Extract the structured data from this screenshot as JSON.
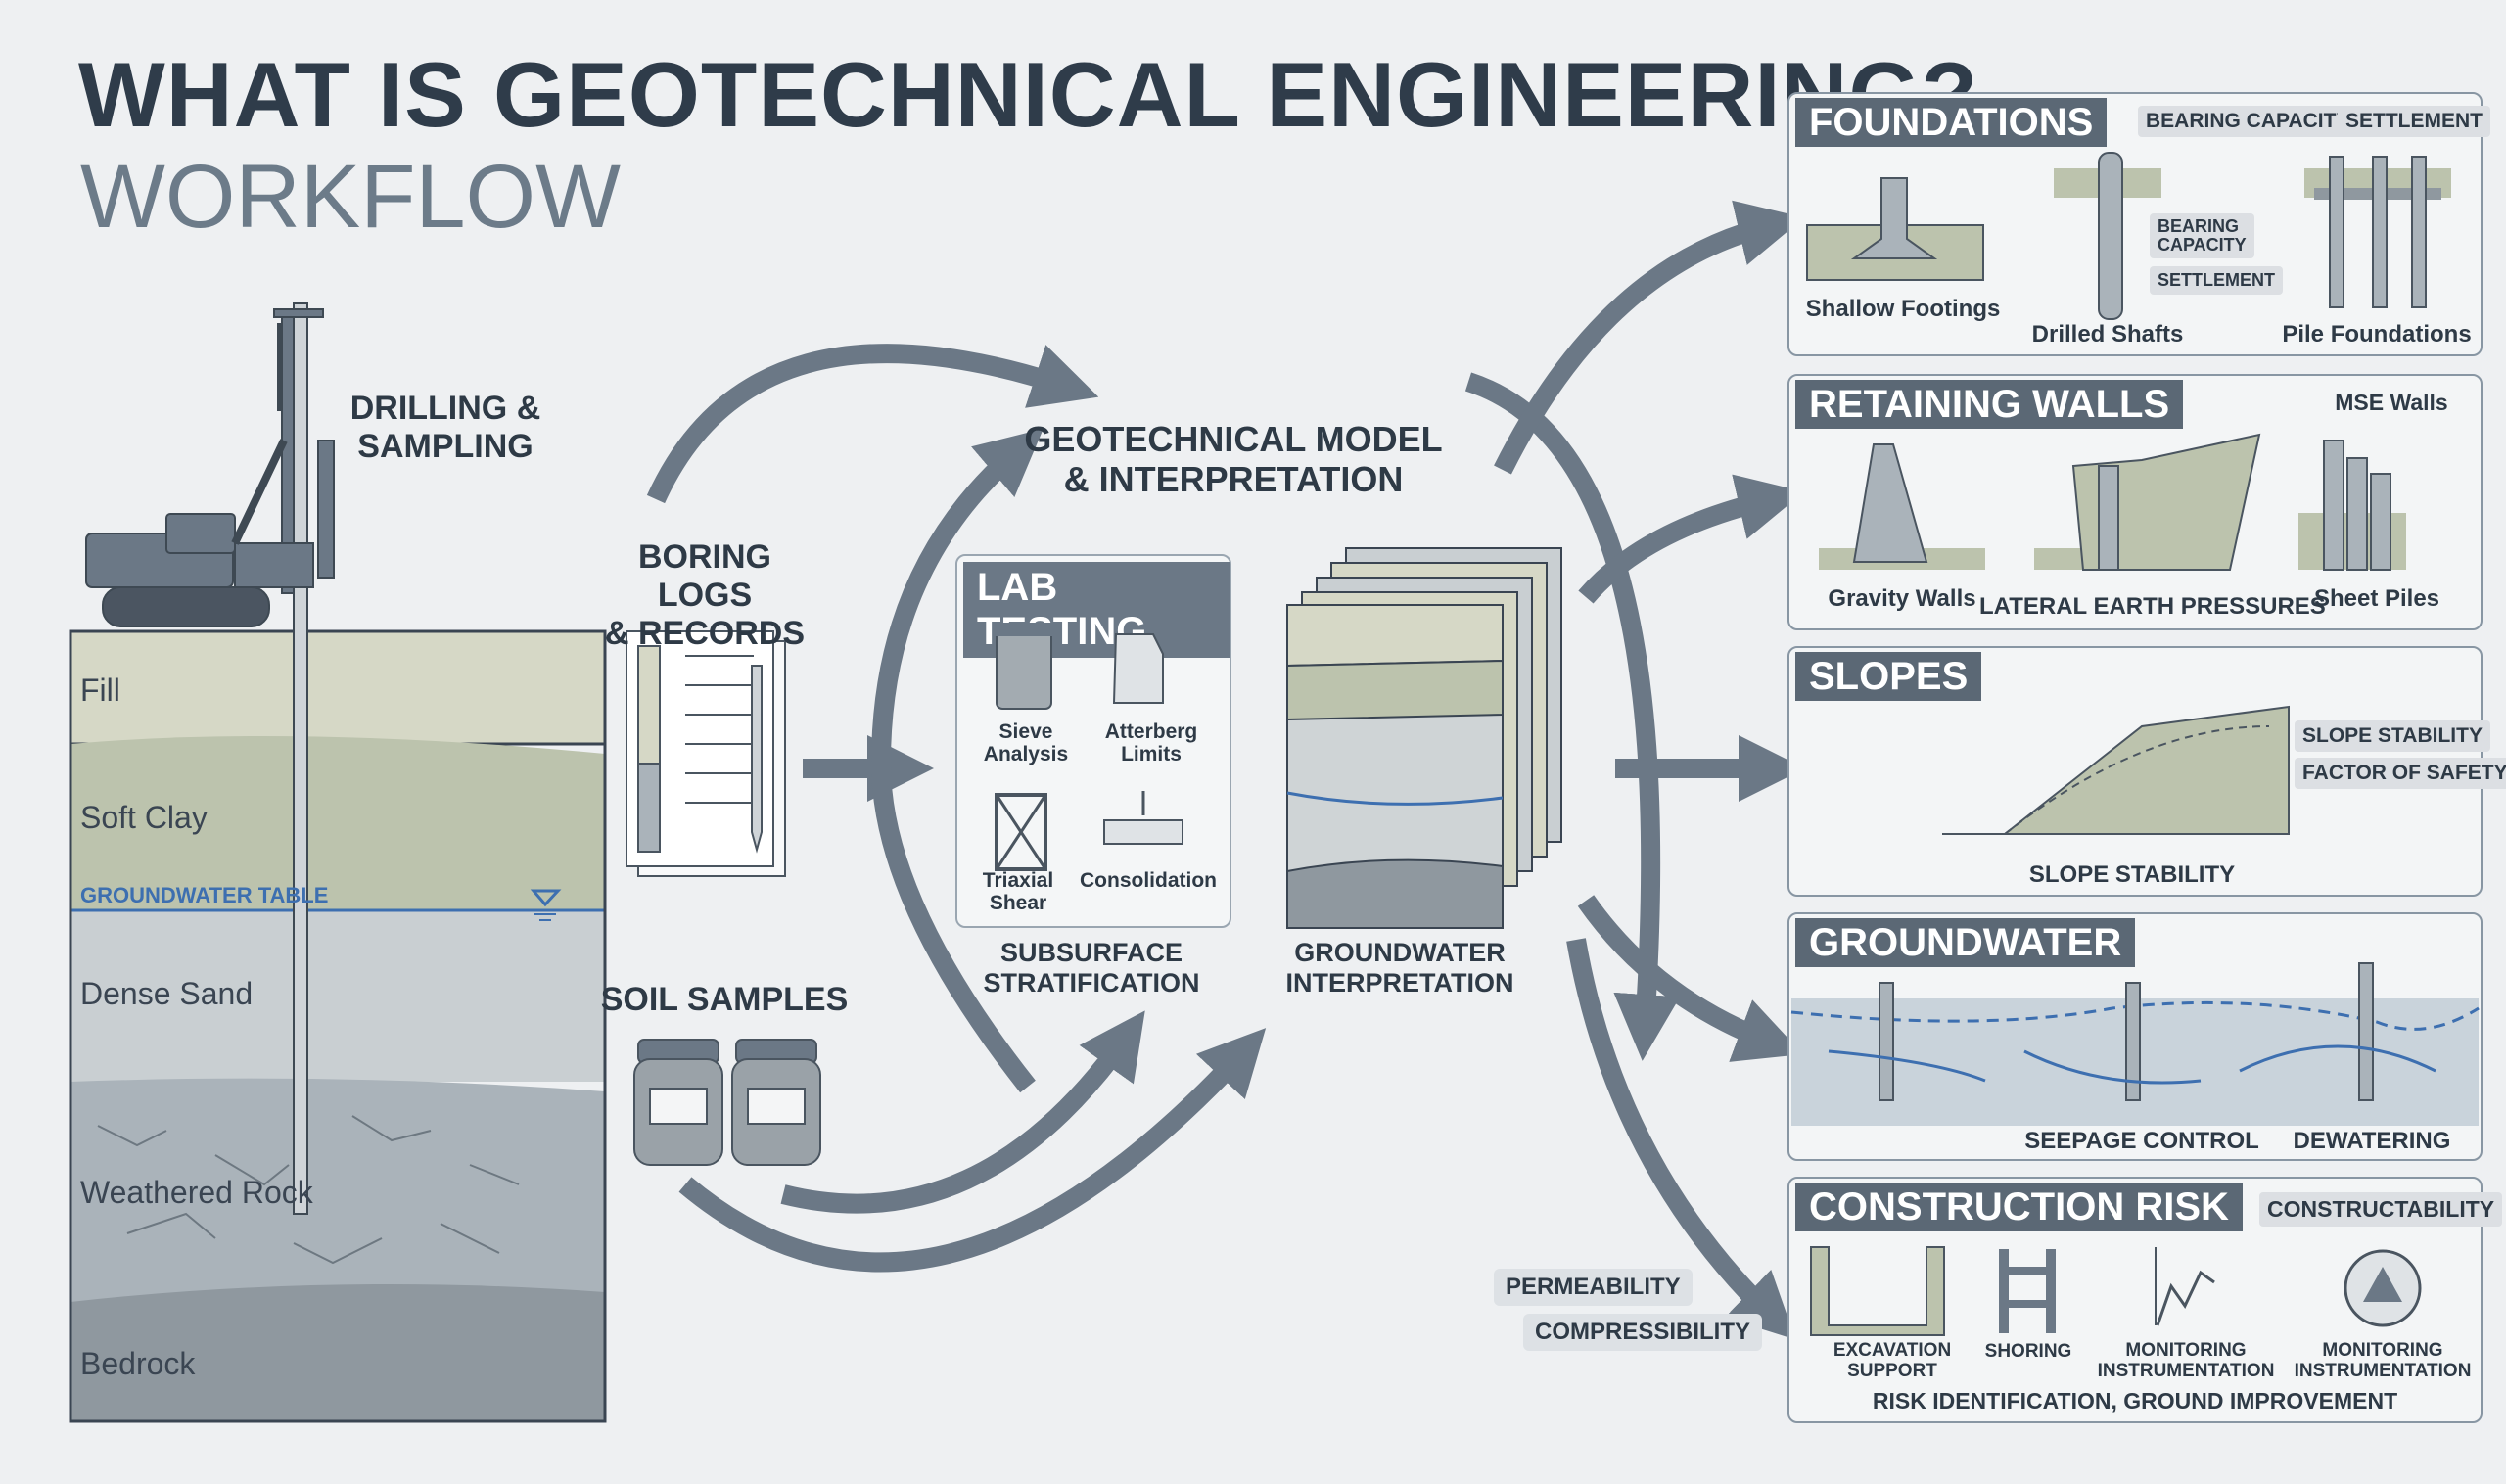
{
  "header": {
    "title": "WHAT IS GEOTECHNICAL ENGINEERING?",
    "subtitle": "WORKFLOW"
  },
  "left": {
    "drilling_label": "DRILLING &\nSAMPLING",
    "layers": [
      "Fill",
      "Soft Clay",
      "Dense Sand",
      "Weathered Rock",
      "Bedrock"
    ],
    "groundwater_label": "GROUNDWATER TABLE"
  },
  "inputs": {
    "boring_logs": "BORING LOGS\n& RECORDS",
    "soil_samples": "SOIL SAMPLES"
  },
  "center": {
    "model_label": "GEOTECHNICAL MODEL\n& INTERPRETATION",
    "lab_title": "LAB TESTING",
    "lab_items": [
      "Sieve\nAnalysis",
      "Atterberg\nLimits",
      "Triaxial\nShear",
      "Consolidation"
    ],
    "subsurface": "SUBSURFACE\nSTRATIFICATION",
    "groundwater_interp": "GROUNDWATER\nINTERPRETATION",
    "badges": [
      "PERMEABILITY",
      "COMPRESSIBILITY"
    ]
  },
  "panels": {
    "foundations": {
      "title": "FOUNDATIONS",
      "tags": [
        "BEARING CAPACITY",
        "SETTLEMENT"
      ],
      "items": [
        "Shallow Footings",
        "Drilled Shafts",
        "Pile Foundations"
      ],
      "mini_tags": [
        "BEARING\nCAPACITY",
        "SETTLEMENT"
      ]
    },
    "retaining": {
      "title": "RETAINING WALLS",
      "tags": [
        "MSE Walls"
      ],
      "items": [
        "Gravity Walls",
        "LATERAL EARTH PRESSURES",
        "Sheet Piles"
      ]
    },
    "slopes": {
      "title": "SLOPES",
      "tags": [
        "SLOPE STABILITY",
        "FACTOR OF SAFETY"
      ],
      "items": [
        "SLOPE STABILITY"
      ]
    },
    "groundwater": {
      "title": "GROUNDWATER",
      "items": [
        "SEEPAGE CONTROL",
        "DEWATERING"
      ]
    },
    "risk": {
      "title": "CONSTRUCTION RISK",
      "tags": [
        "CONSTRUCTABILITY"
      ],
      "items": [
        "EXCAVATION\nSUPPORT",
        "SHORING",
        "MONITORING\nINSTRUMENTATION",
        "MONITORING\nINSTRUMENTATION"
      ],
      "footer": "RISK IDENTIFICATION, GROUND IMPROVEMENT"
    }
  },
  "colors": {
    "arrow": "#6b7886",
    "fill": "#d5d8c6",
    "clay": "#bcc3ad",
    "sand": "#ccd3d6",
    "rock": "#aab3ba",
    "bedrock": "#8d969d",
    "water": "#3d6fb0"
  }
}
